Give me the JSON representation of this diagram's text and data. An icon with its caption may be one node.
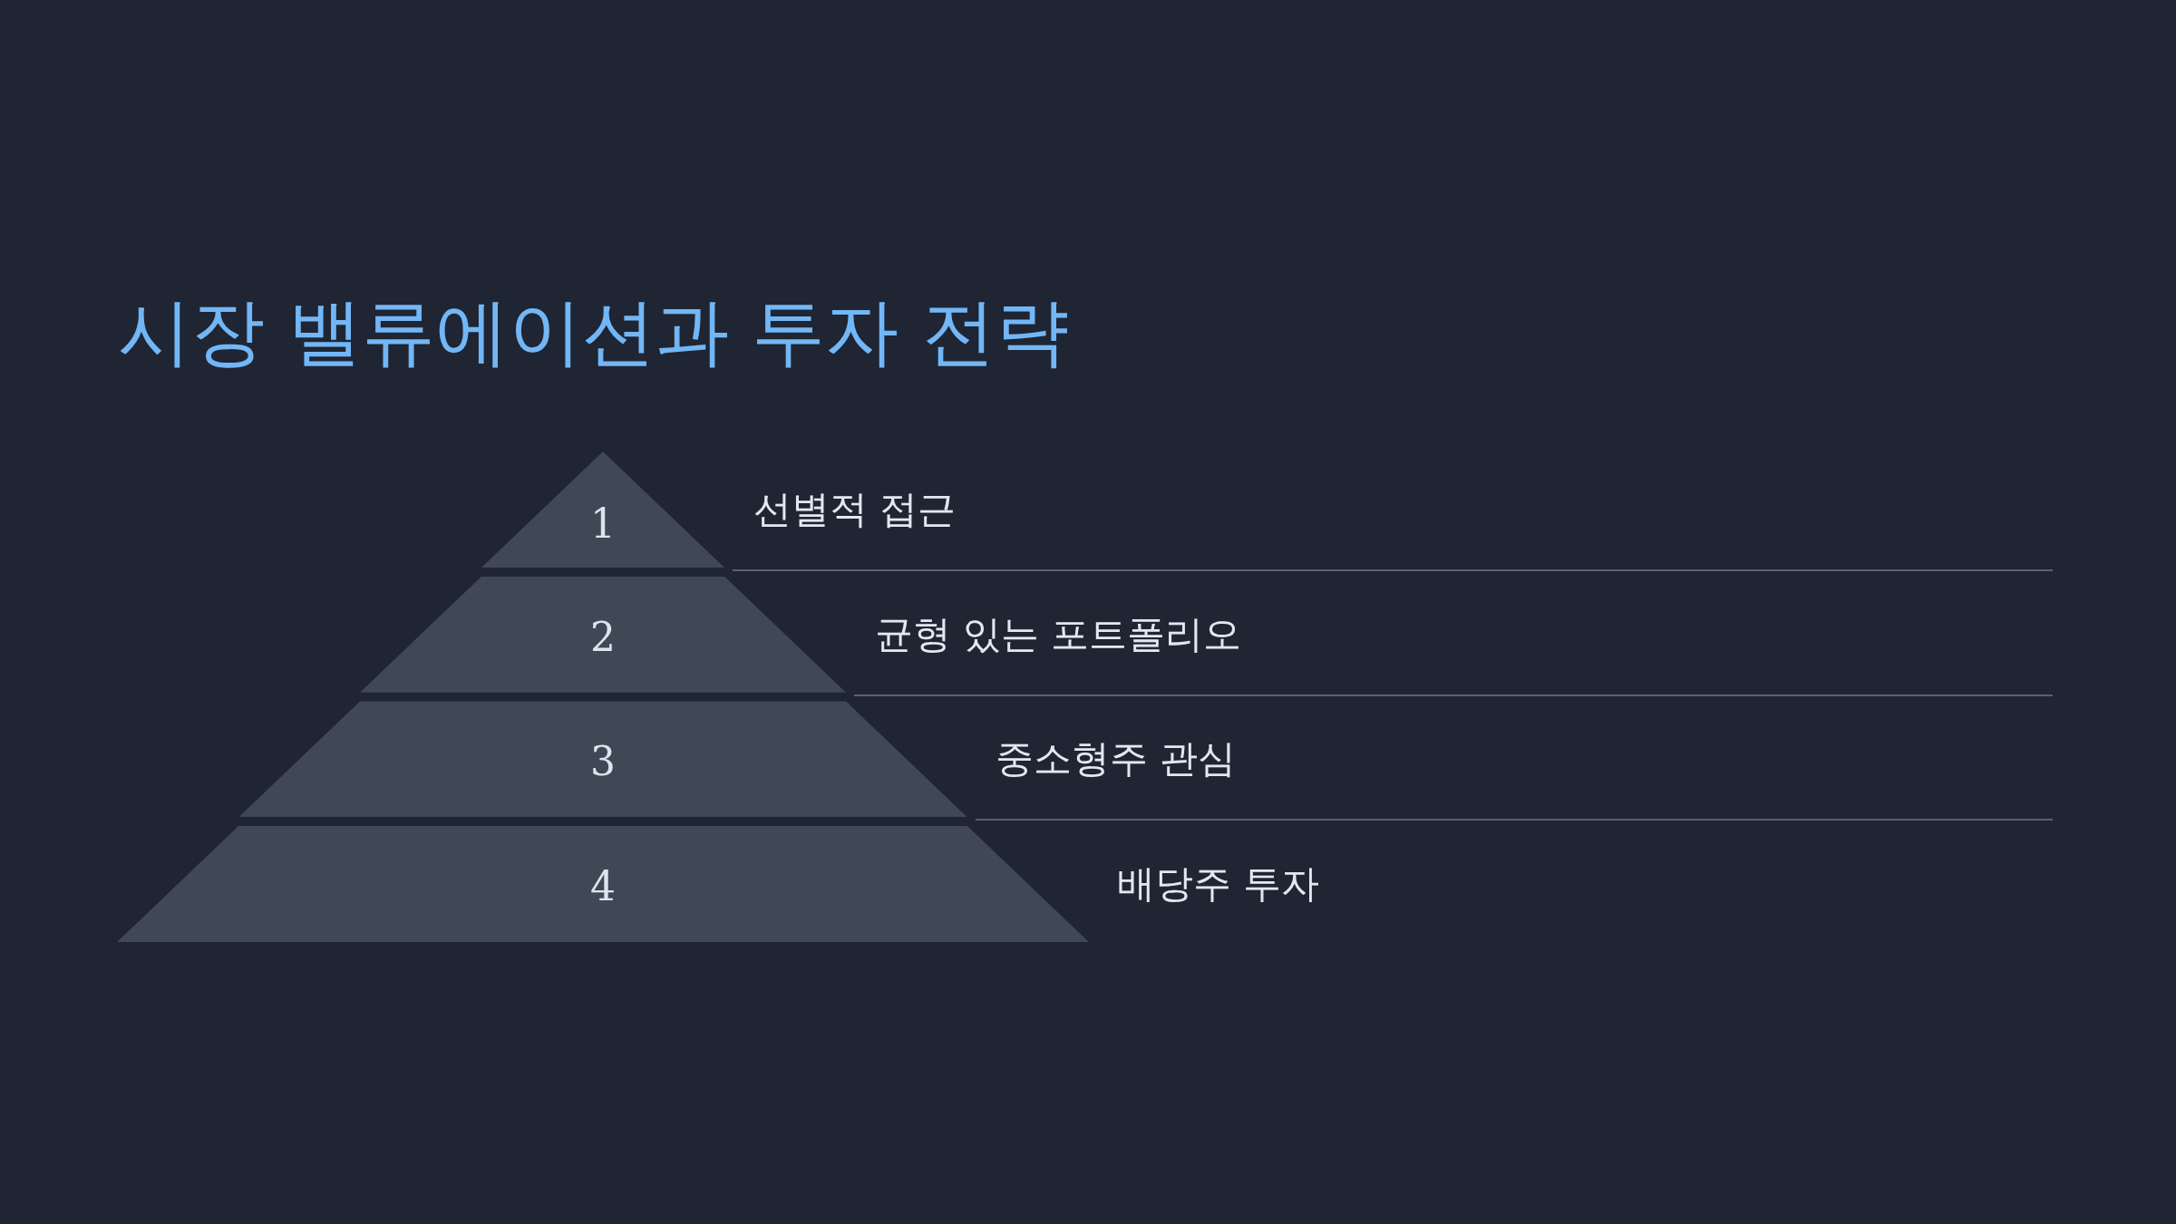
{
  "diagram": {
    "title": "시장 밸류에이션과 투자 전략",
    "nodes": [
      {
        "text": [
          "1"
        ],
        "beside": [
          "선별적 접근"
        ]
      },
      {
        "text": [
          "2"
        ],
        "beside": [
          "균형 있는 포트폴리오"
        ]
      },
      {
        "text": [
          "3"
        ],
        "beside": [
          "중소형주 관심"
        ]
      },
      {
        "text": [
          "4"
        ],
        "beside": [
          "배당주 투자"
        ]
      }
    ]
  }
}
